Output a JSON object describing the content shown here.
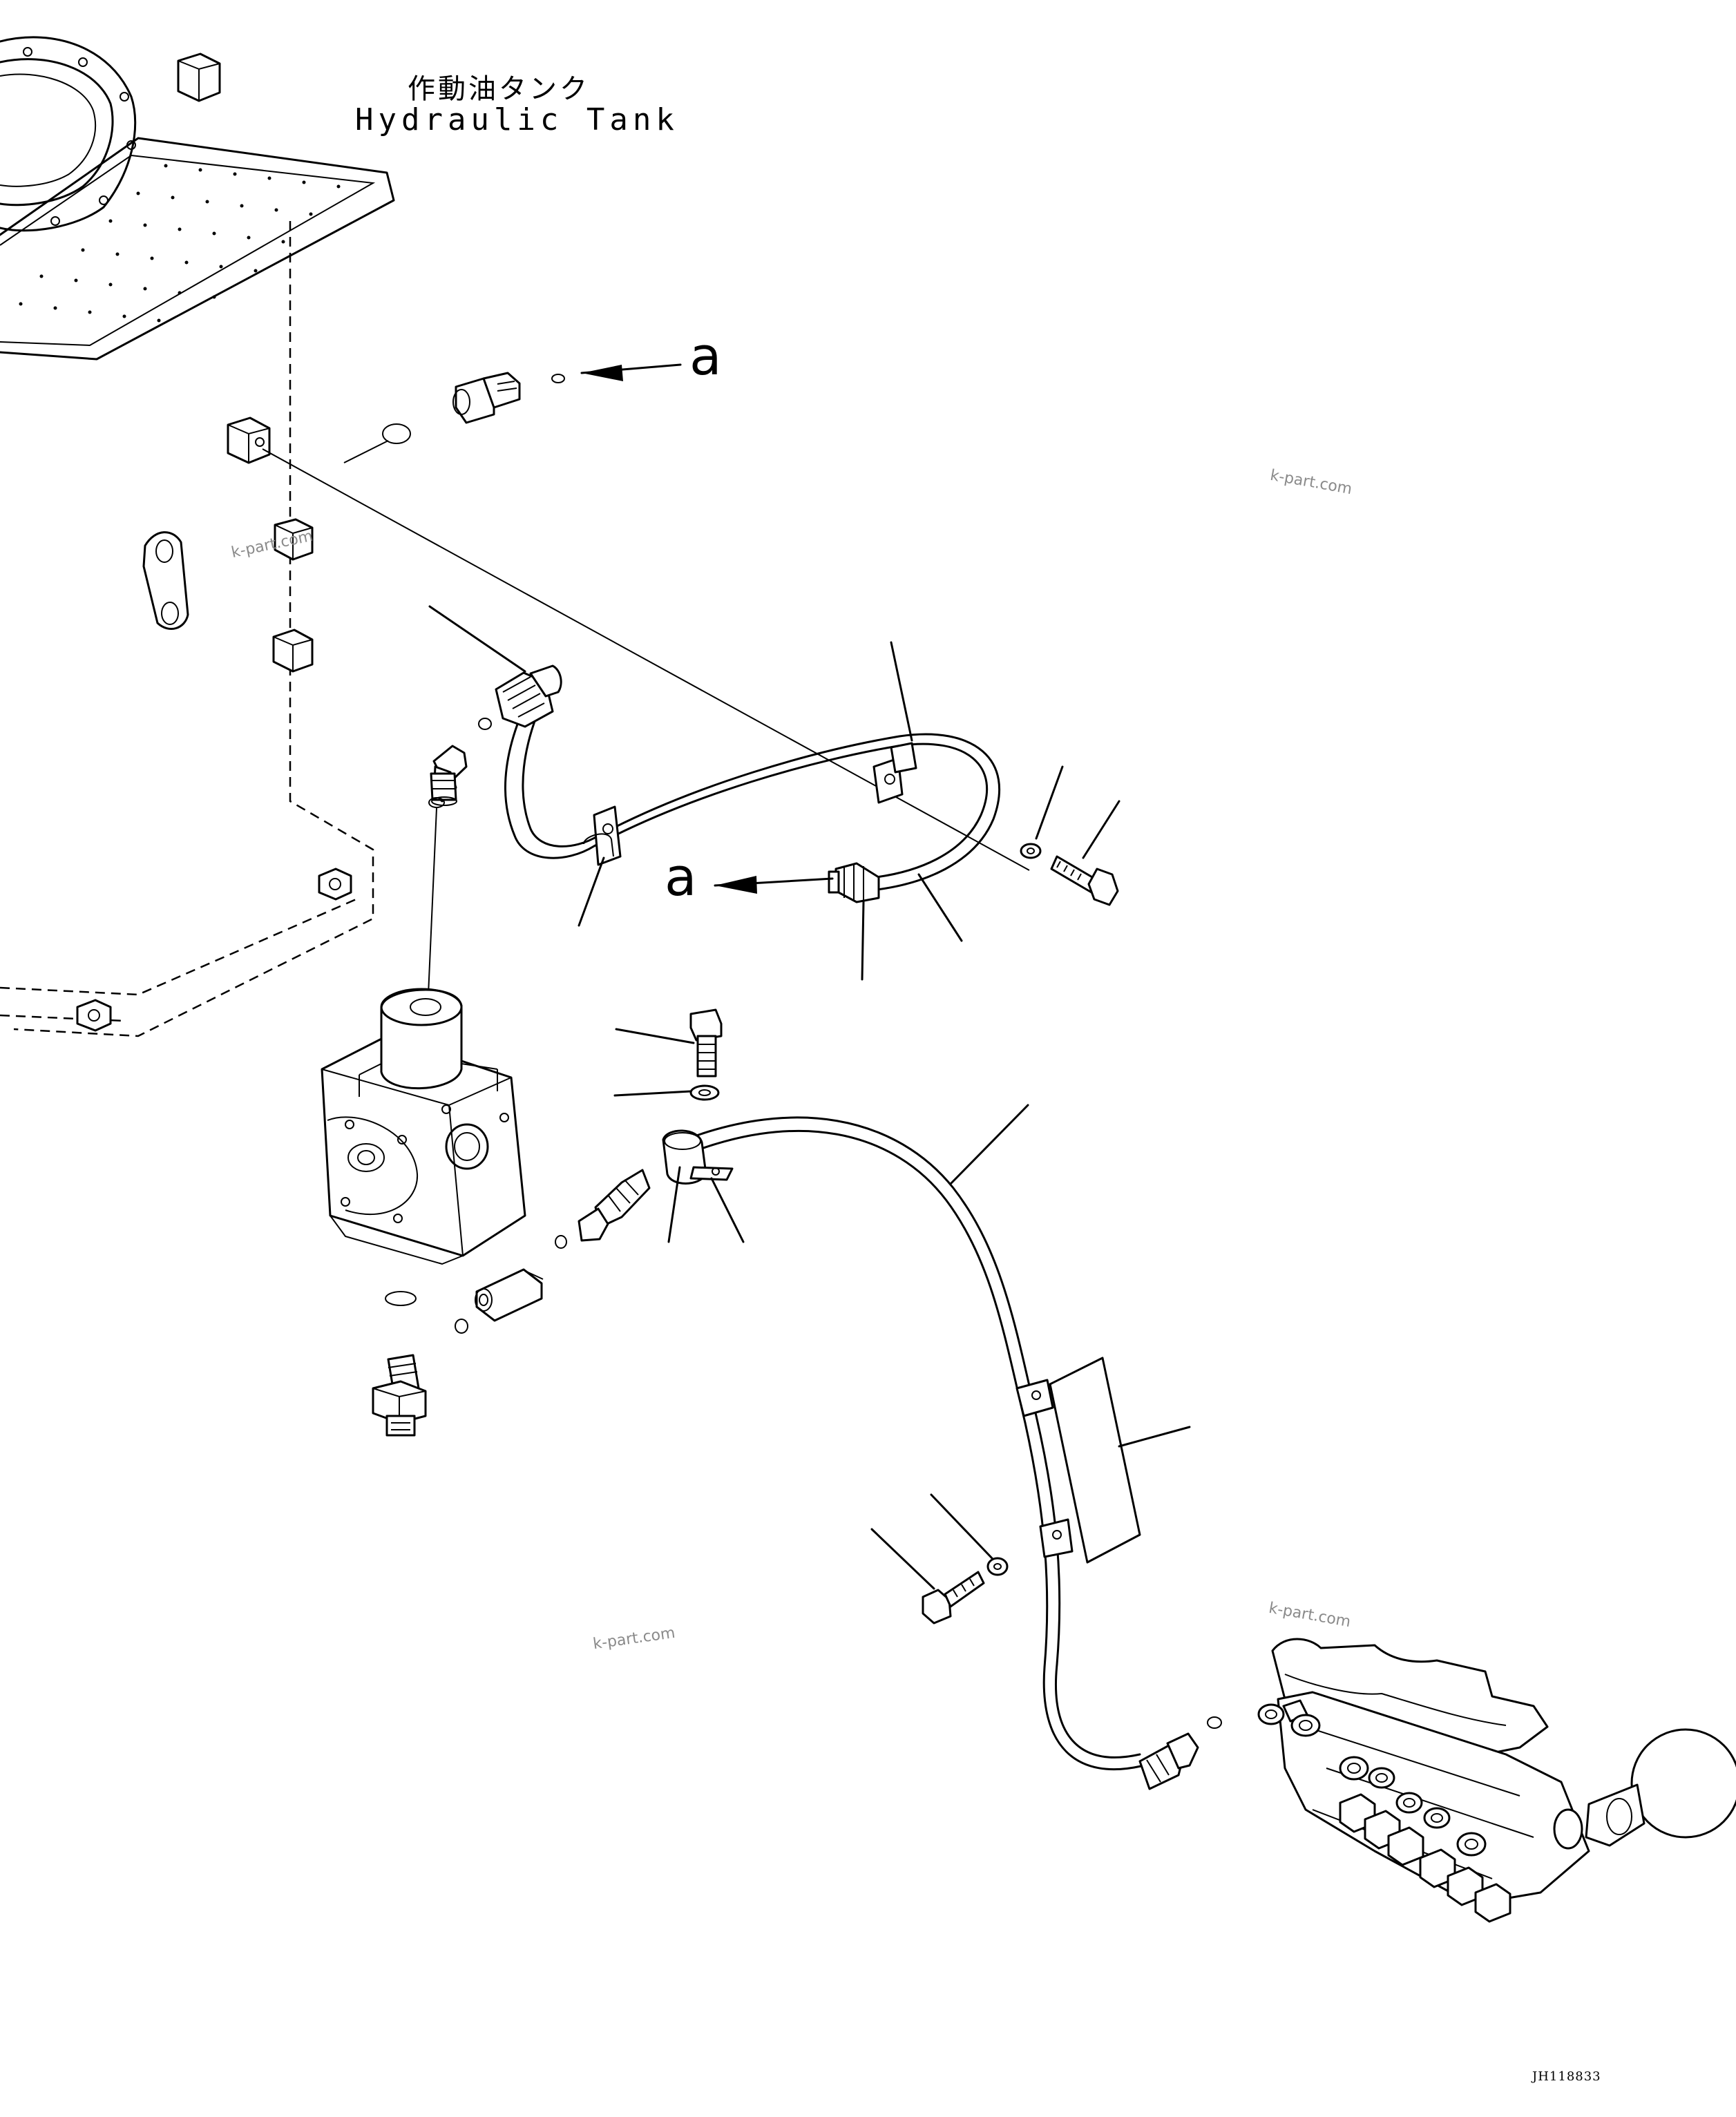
{
  "labels": {
    "tank_jp": "作動油タンク",
    "tank_en": "Hydraulic Tank",
    "callout_top": "a",
    "callout_mid": "a",
    "drawing_code": "JH118833"
  },
  "watermarks": [
    "k-part.com",
    "k-part.com",
    "k-part.com",
    "k-part.com"
  ],
  "icons": {
    "tank": "hydraulic-tank-icon",
    "pump": "pump-valve-block-icon",
    "control_valve": "control-valve-manifold-icon"
  }
}
